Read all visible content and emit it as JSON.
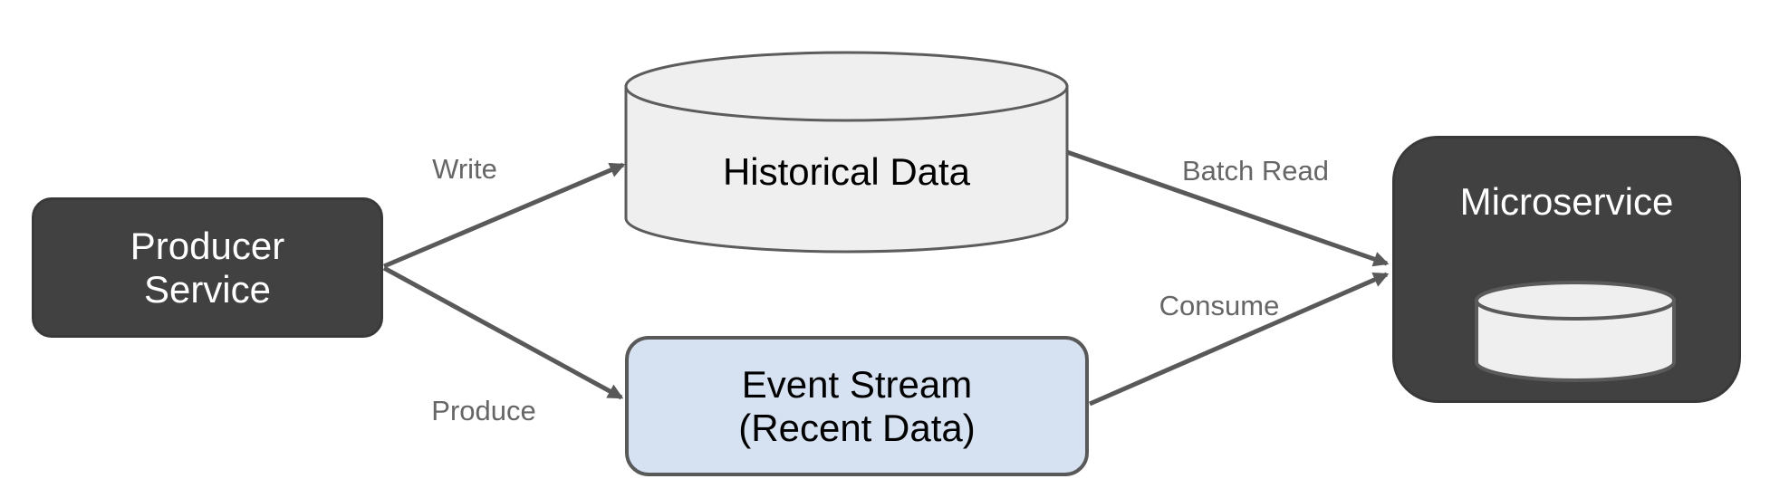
{
  "diagram": {
    "nodes": {
      "producer": {
        "label": "Producer\nService",
        "shape": "rounded-rectangle",
        "fill": "#414141",
        "text_color": "#ffffff"
      },
      "historical": {
        "label": "Historical Data",
        "shape": "database-cylinder",
        "fill": "#efefef",
        "stroke": "#5c5c5c",
        "text_color": "#000000"
      },
      "event_stream": {
        "label": "Event Stream\n(Recent Data)",
        "shape": "rounded-rectangle",
        "fill": "#d6e2f1",
        "stroke": "#595959",
        "text_color": "#000000"
      },
      "microservice": {
        "label": "Microservice",
        "shape": "rounded-rectangle",
        "fill": "#414141",
        "text_color": "#ffffff",
        "icon": "database-cylinder-icon"
      }
    },
    "edges": [
      {
        "label": "Write",
        "from": "producer",
        "to": "historical"
      },
      {
        "label": "Produce",
        "from": "producer",
        "to": "event_stream"
      },
      {
        "label": "Batch Read",
        "from": "historical",
        "to": "microservice"
      },
      {
        "label": "Consume",
        "from": "event_stream",
        "to": "microservice"
      }
    ],
    "colors": {
      "canvas": "#ffffff",
      "arrow": "#595959",
      "edge_label": "#666666",
      "node_dark": "#414141",
      "node_blue": "#d6e2f1",
      "cylinder_fill": "#efefef"
    }
  }
}
